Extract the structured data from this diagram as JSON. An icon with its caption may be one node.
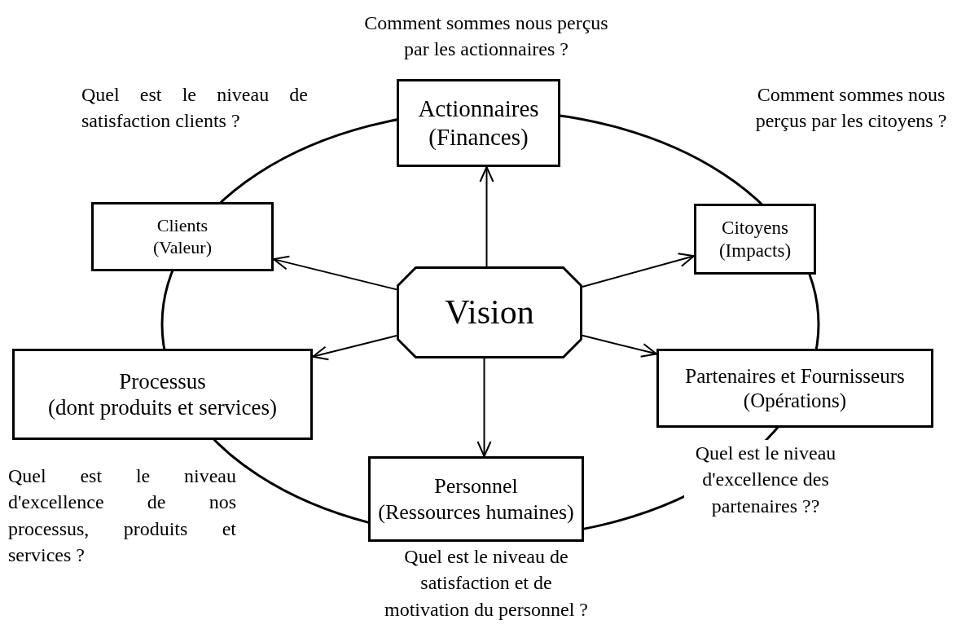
{
  "diagram": {
    "nodes": [
      {
        "text": [
          "Vision"
        ]
      },
      {
        "text": [
          "Actionnaires (Finances)"
        ],
        "beside": [
          "Comment sommes nous perçus par les actionnaires ?"
        ]
      },
      {
        "text": [
          "Citoyens (Impacts)"
        ]
      },
      {
        "text": [
          "Clients (Valeur)"
        ]
      },
      {
        "text": [
          "Processus (dont produits et services)"
        ],
        "beside": [
          "Quel est le niveau d'excellence de nos processus, produits et services ?"
        ]
      },
      {
        "text": [
          "Partenaires et Fournisseurs (Opérations)"
        ],
        "beside": [
          "Quel est le niveau d'excellence des partenaires ??"
        ]
      },
      {
        "text": [
          "Personnel (Ressources humaines)"
        ],
        "beside": [
          "Quel est le niveau de satisfaction et de motivation du personnel ?"
        ]
      }
    ],
    "edges": [
      {
        "from": 0,
        "to": 1,
        "arrow": "to"
      },
      {
        "from": 0,
        "to": 2,
        "arrow": "to"
      },
      {
        "from": 0,
        "to": 3,
        "arrow": "to"
      },
      {
        "from": 0,
        "to": 4,
        "arrow": "to"
      },
      {
        "from": 0,
        "to": 5,
        "arrow": "to"
      },
      {
        "from": 0,
        "to": 6,
        "arrow": "to"
      }
    ],
    "labels": [
      "Quel est le niveau de satisfaction clients ?",
      "Comment sommes nous perçus par les citoyens ?"
    ]
  }
}
